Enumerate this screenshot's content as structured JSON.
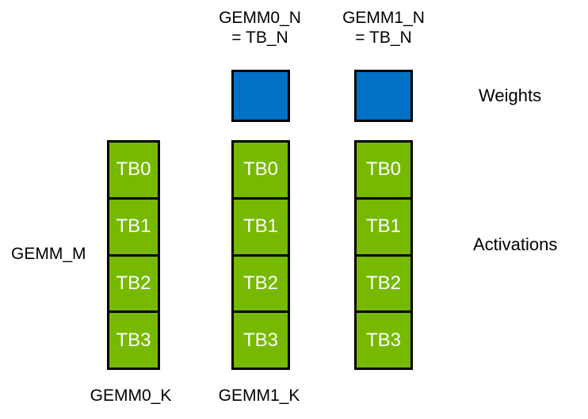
{
  "diagram": {
    "top_labels": [
      {
        "line1": "GEMM0_N",
        "line2": "= TB_N"
      },
      {
        "line1": "GEMM1_N",
        "line2": "= TB_N"
      }
    ],
    "left_label": "GEMM_M",
    "right_labels": {
      "weights": "Weights",
      "activations": "Activations"
    },
    "bottom_labels": {
      "gemm0_k": "GEMM0_K",
      "gemm1_k": "GEMM1_K"
    },
    "weights_blocks": [
      {
        "name": "weights-tile-gemm0"
      },
      {
        "name": "weights-tile-gemm1"
      }
    ],
    "columns": [
      {
        "cells": [
          "TB0",
          "TB1",
          "TB2",
          "TB3"
        ]
      },
      {
        "cells": [
          "TB0",
          "TB1",
          "TB2",
          "TB3"
        ]
      },
      {
        "cells": [
          "TB0",
          "TB1",
          "TB2",
          "TB3"
        ]
      }
    ],
    "colors": {
      "weights_fill": "#0071C5",
      "activations_fill": "#76B900",
      "border": "#000000",
      "tb_text": "#ffffff",
      "label_text": "#000000"
    }
  }
}
